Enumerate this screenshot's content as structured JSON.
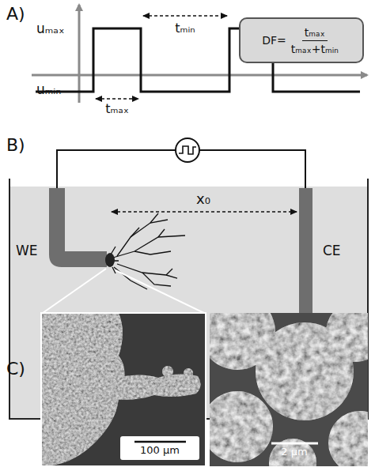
{
  "diagram": {
    "nodes": [
      {
        "text": [
          "DF=",
          "tₘₐₓ",
          "tₘₐₓ+tₘᵢₙ"
        ]
      }
    ],
    "labels": [
      "A)",
      "uₘₐₓ",
      "uₘᵢₙ",
      "tₘᵢₙ",
      "tₘₐₓ",
      "B)",
      "x₀",
      "WE",
      "CE",
      "C)",
      "100 µm",
      "2 µm"
    ]
  }
}
